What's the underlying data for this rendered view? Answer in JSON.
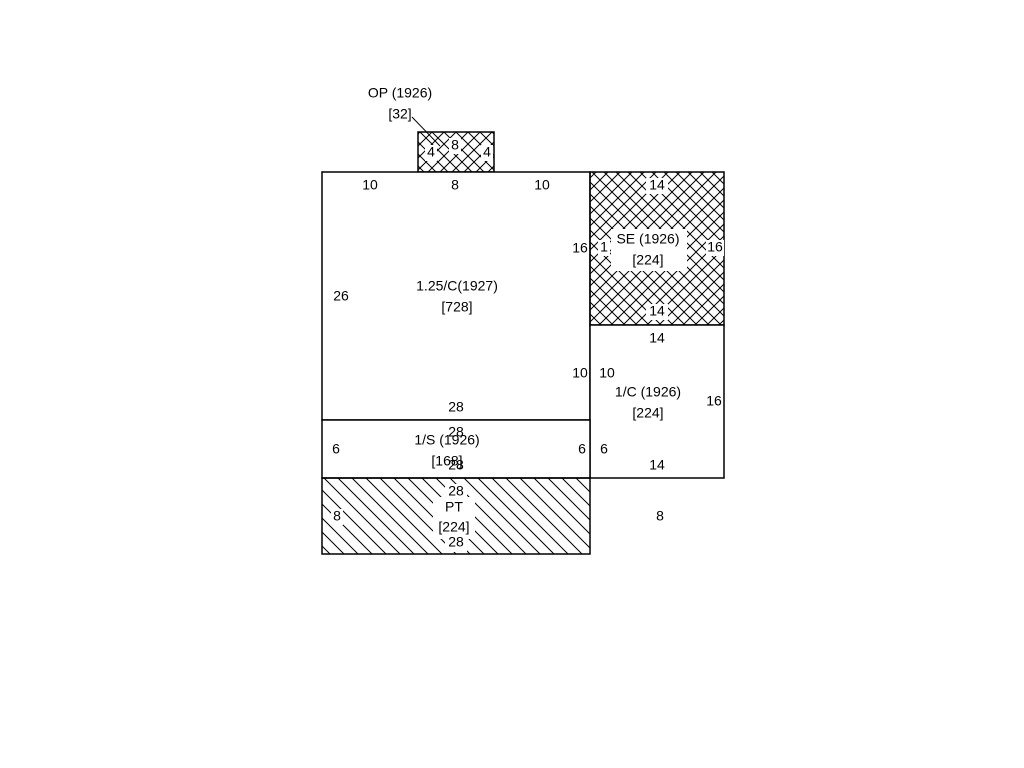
{
  "colors": {
    "line": "#000000",
    "background": "#ffffff"
  },
  "areas": {
    "op": {
      "name": "OP (1926)",
      "size": "[32]",
      "dims": {
        "left": "4",
        "top": "8",
        "right": "4"
      }
    },
    "main": {
      "name": "1.25/C(1927)",
      "size": "[728]",
      "dims": {
        "top_left": "10",
        "top_mid": "8",
        "top_right": "10",
        "left": "26",
        "right_upper": "16",
        "right_lower": "10",
        "bottom": "28"
      }
    },
    "se": {
      "name": "SE (1926)",
      "size": "[224]",
      "dims": {
        "top": "14",
        "left": "1",
        "right": "16",
        "bottom": "14"
      }
    },
    "c1": {
      "name": "1/C (1926)",
      "size": "[224]",
      "dims": {
        "top": "14",
        "left": "10",
        "right": "16",
        "bottom": "14",
        "bottom_left": "6"
      }
    },
    "s1": {
      "name": "1/S (1926)",
      "size": "[168]",
      "dims": {
        "top": "28",
        "bottom": "28",
        "left": "6",
        "right": "6"
      }
    },
    "pt": {
      "name": "PT",
      "size": "[224]",
      "dims": {
        "top": "28",
        "bottom": "28",
        "left": "8",
        "right": "8"
      }
    }
  }
}
